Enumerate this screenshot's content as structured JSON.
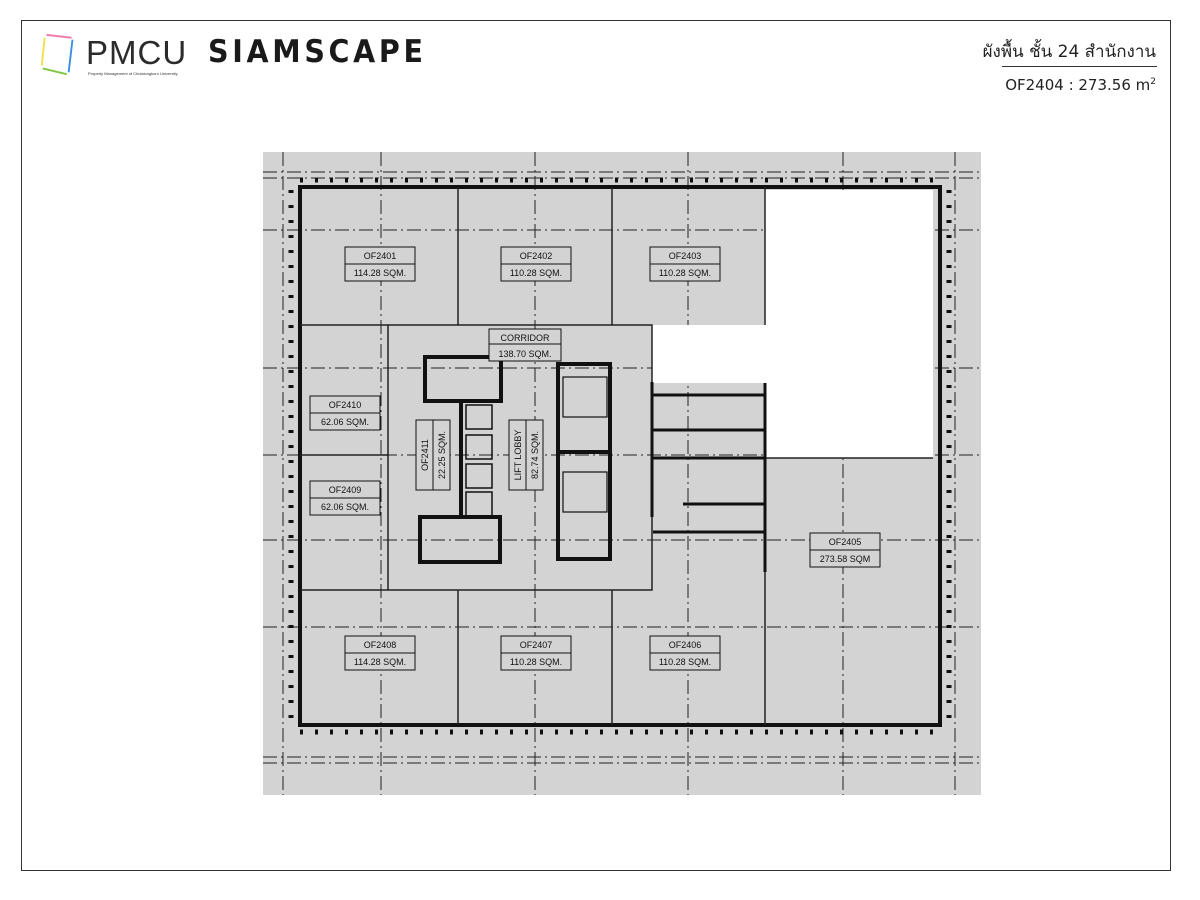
{
  "header": {
    "brand_pmcu": "PMCU",
    "brand_pmcu_tagline": "Property Management of Chulalongkorn University",
    "brand_siamscape": "SIAMSCAPE",
    "title": "ผังพื้น ชั้น 24 สำนักงาน",
    "unit_area": "OF2404 : 273.56 m",
    "unit_area_sup": "2"
  },
  "plan": {
    "rooms": [
      {
        "id": "OF2401",
        "area": "114.28 SQM."
      },
      {
        "id": "OF2402",
        "area": "110.28 SQM."
      },
      {
        "id": "OF2403",
        "area": "110.28 SQM."
      },
      {
        "id": "OF2410",
        "area": "62.06 SQM."
      },
      {
        "id": "OF2409",
        "area": "62.06 SQM."
      },
      {
        "id": "OF2408",
        "area": "114.28 SQM."
      },
      {
        "id": "OF2407",
        "area": "110.28 SQM."
      },
      {
        "id": "OF2406",
        "area": "110.28 SQM."
      },
      {
        "id": "OF2405",
        "area": "273.58 SQM"
      }
    ],
    "corridor": {
      "id": "CORRIDOR",
      "area": "138.70 SQM."
    },
    "of2411": {
      "id": "OF2411",
      "area": "22.25 SQM."
    },
    "lift_lobby": {
      "id": "LIFT LOBBY",
      "area": "82.74 SQM."
    }
  },
  "colors": {
    "floor": "#d3d3d3",
    "wall": "#111111",
    "highlight": "#ffffff"
  }
}
